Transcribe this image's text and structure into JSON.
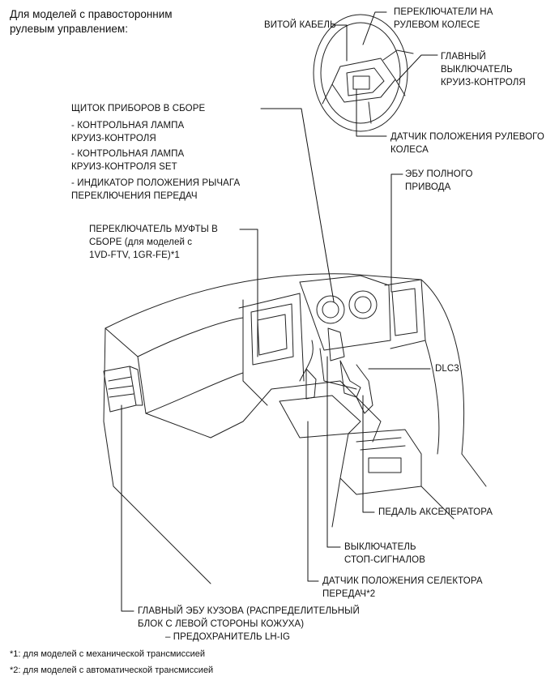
{
  "header": {
    "line1": "Для моделей с правосторонним",
    "line2": "рулевым управлением:"
  },
  "labels": {
    "spiral_cable": "ВИТОЙ КАБЕЛЬ",
    "steering_switches": [
      "ПЕРЕКЛЮЧАТЕЛИ НА",
      "РУЛЕВОМ КОЛЕСЕ"
    ],
    "cruise_main_switch": [
      "ГЛАВНЫЙ",
      "ВЫКЛЮЧАТЕЛЬ",
      "КРУИЗ-КОНТРОЛЯ"
    ],
    "steering_sensor": [
      "ДАТЧИК ПОЛОЖЕНИЯ РУЛЕВОГО",
      "КОЛЕСА"
    ],
    "combination_meter": "ЩИТОК ПРИБОРОВ В СБОРЕ",
    "cruise_lamp": [
      "- КОНТРОЛЬНАЯ ЛАМПА",
      "КРУИЗ-КОНТРОЛЯ"
    ],
    "cruise_set_lamp": [
      "- КОНТРОЛЬНАЯ ЛАМПА",
      "КРУИЗ-КОНТРОЛЯ SET"
    ],
    "shift_indicator": [
      "- ИНДИКАТОР ПОЛОЖЕНИЯ РЫЧАГА",
      "ПЕРЕКЛЮЧЕНИЯ ПЕРЕДАЧ"
    ],
    "awd_ecu": [
      "ЭБУ ПОЛНОГО",
      "ПРИВОДА"
    ],
    "clutch_switch": [
      "ПЕРЕКЛЮЧАТЕЛЬ МУФТЫ  В",
      "СБОРЕ (для моделей с",
      "1VD-FTV, 1GR-FE)*1"
    ],
    "dlc3": "DLC3",
    "accel_pedal": "ПЕДАЛЬ АКСЕЛЕРАТОРА",
    "stop_switch": [
      "ВЫКЛЮЧАТЕЛЬ",
      "СТОП-СИГНАЛОВ"
    ],
    "shift_sensor": [
      "ДАТЧИК ПОЛОЖЕНИЯ СЕЛЕКТОРА",
      "ПЕРЕДАЧ*2"
    ],
    "main_body_ecu": [
      "ГЛАВНЫЙ ЭБУ КУЗОВА (РАСПРЕДЕЛИТЕЛЬНЫЙ",
      "БЛОК С ЛЕВОЙ СТОРОНЫ КОЖУХА)",
      "– ПРЕДОХРАНИТЕЛЬ LH-IG"
    ]
  },
  "footnotes": [
    "*1: для моделей с механической трансмиссией",
    "*2: для моделей с автоматической трансмиссией"
  ]
}
